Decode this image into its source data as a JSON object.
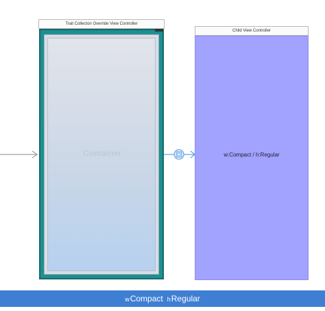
{
  "scenes": {
    "left": {
      "title": "Trait Collecton Override View Controller",
      "container_label": "Container"
    },
    "right": {
      "title": "Child View Controller",
      "view_label": "w:Compact / h:Regular"
    }
  },
  "segue": {
    "icon": "embed-segue-icon"
  },
  "size_class_bar": {
    "width_prefix": "w",
    "width_value": "Compact",
    "height_prefix": "h",
    "height_value": "Regular"
  },
  "colors": {
    "left_view_bg": "#1f8f90",
    "child_view_bg": "#a2a2ff",
    "size_bar_bg": "#3f7fd3"
  }
}
